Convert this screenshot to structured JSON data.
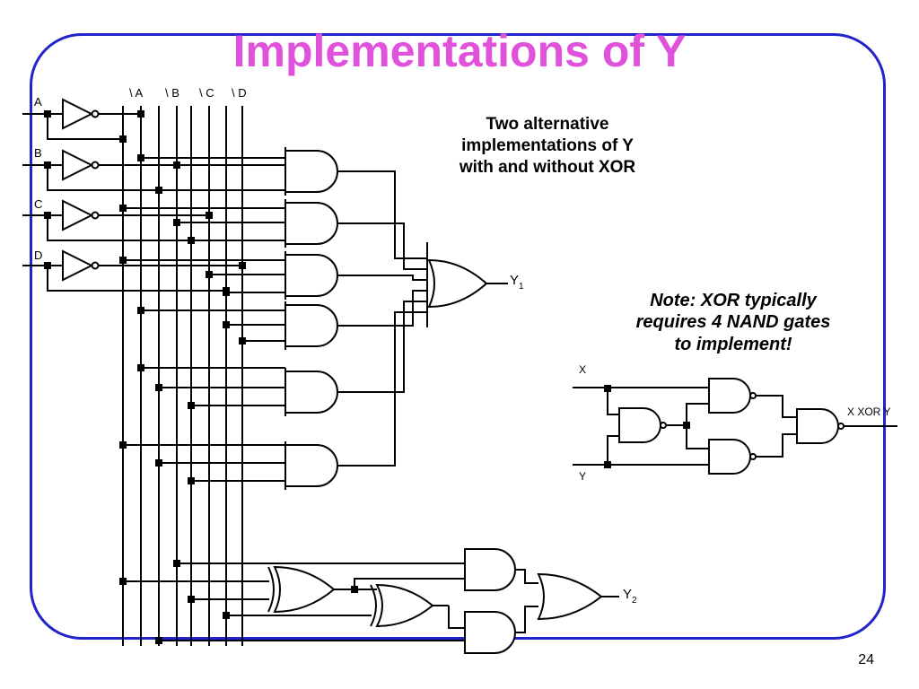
{
  "slide": {
    "title": "Implementations of Y",
    "page_number": "24"
  },
  "notes": {
    "alternatives": [
      "Two alternative",
      "implementations of Y",
      "with and without XOR"
    ],
    "xor_cost": [
      "Note: XOR typically",
      "requires 4 NAND gates",
      "to implement!"
    ]
  },
  "circuit": {
    "input_labels": [
      "A",
      "B",
      "C",
      "D"
    ],
    "complement_labels": [
      "\\ A",
      "\\ B",
      "\\ C",
      "\\ D"
    ],
    "output_1": {
      "name": "Y",
      "subscript": "1"
    },
    "output_2": {
      "name": "Y",
      "subscript": "2"
    }
  },
  "xor_demo": {
    "input_x": "X",
    "input_y": "Y",
    "output": "X XOR Y"
  },
  "colors": {
    "title": "#e052dc",
    "frame": "#2323cc",
    "wire": "#000000"
  }
}
